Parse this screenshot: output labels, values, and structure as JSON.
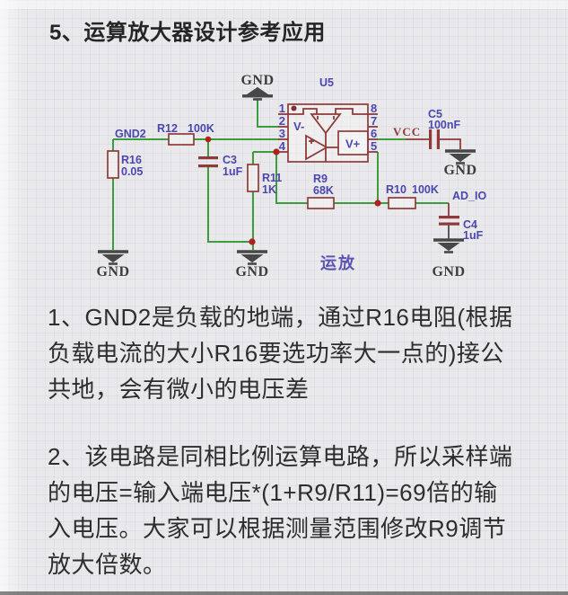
{
  "title": "5、运算放大器设计参考应用",
  "schematic": {
    "ic": {
      "ref": "U5",
      "pins_left": [
        "1",
        "2",
        "3",
        "4"
      ],
      "pins_right": [
        "8",
        "7",
        "6",
        "5"
      ],
      "label_vminus": "V-",
      "label_vplus": "V+"
    },
    "components": {
      "r12": {
        "ref": "R12",
        "value": "100K"
      },
      "r16": {
        "ref": "R16",
        "value": "0.05"
      },
      "c3": {
        "ref": "C3",
        "value": "1uF"
      },
      "r11": {
        "ref": "R11",
        "value": "1K"
      },
      "r9": {
        "ref": "R9",
        "value": "68K"
      },
      "r10": {
        "ref": "R10",
        "value": "100K"
      },
      "c5": {
        "ref": "C5",
        "value": "100nF"
      },
      "c4": {
        "ref": "C4",
        "value": "1uF"
      }
    },
    "nets": {
      "gnd": "GND",
      "gnd2": "GND2",
      "vcc": "VCC",
      "ad_io": "AD_IO"
    },
    "caption": "运放"
  },
  "paragraphs": [
    {
      "lines": [
        "1、GND2是负载的地端，通过R16电阻(根据",
        "负载电流的大小R16要选功率大一点的)接公",
        "共地，会有微小的电压差"
      ]
    },
    {
      "lines": [
        "2、该电路是同相比例运算电路，所以采样端",
        "的电压=输入端电压*(1+R9/R11)=69倍的输",
        "入电压。大家可以根据测量范围修改R9调节",
        "放大倍数。"
      ]
    }
  ],
  "colors": {
    "wire_green": "#3f9b3f",
    "component_maroon": "#8e3a3a",
    "label_blue": "#4a47b0",
    "junction_red": "#b02020",
    "ground_gray": "#474747",
    "background": "#e9e8ea",
    "body_text": "#2d2d2d"
  }
}
